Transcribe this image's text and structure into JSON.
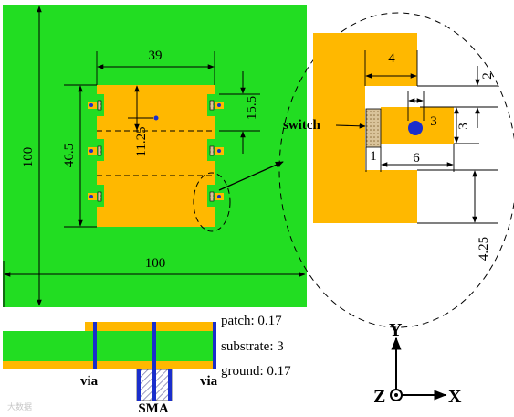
{
  "colors": {
    "substrate": "#22dd22",
    "copper": "#ffb800",
    "via": "#1a2ecc",
    "switch": "#d9c39a",
    "line": "#000000"
  },
  "top_view": {
    "board_width_label": "100",
    "board_height_label": "100",
    "patch_width_label": "39",
    "patch_height_label": "46.5",
    "slot_offset_label": "11.25",
    "stub_spacing_label": "15.5"
  },
  "detail_view": {
    "width_label": "4",
    "gap_label": "2",
    "via_label": "3",
    "stub_height_label": "3",
    "switch_width_label": "1",
    "stub_length_label": "6",
    "lower_gap_label": "4.25",
    "switch_label": "switch"
  },
  "side_view": {
    "patch_label": "patch: 0.17",
    "substrate_label": "substrate: 3",
    "ground_label": "ground: 0.17",
    "via_left_label": "via",
    "via_right_label": "via",
    "sma_label": "SMA"
  },
  "axes": {
    "y_label": "Y",
    "z_label": "Z",
    "x_label": "X"
  },
  "watermark": "大数据"
}
